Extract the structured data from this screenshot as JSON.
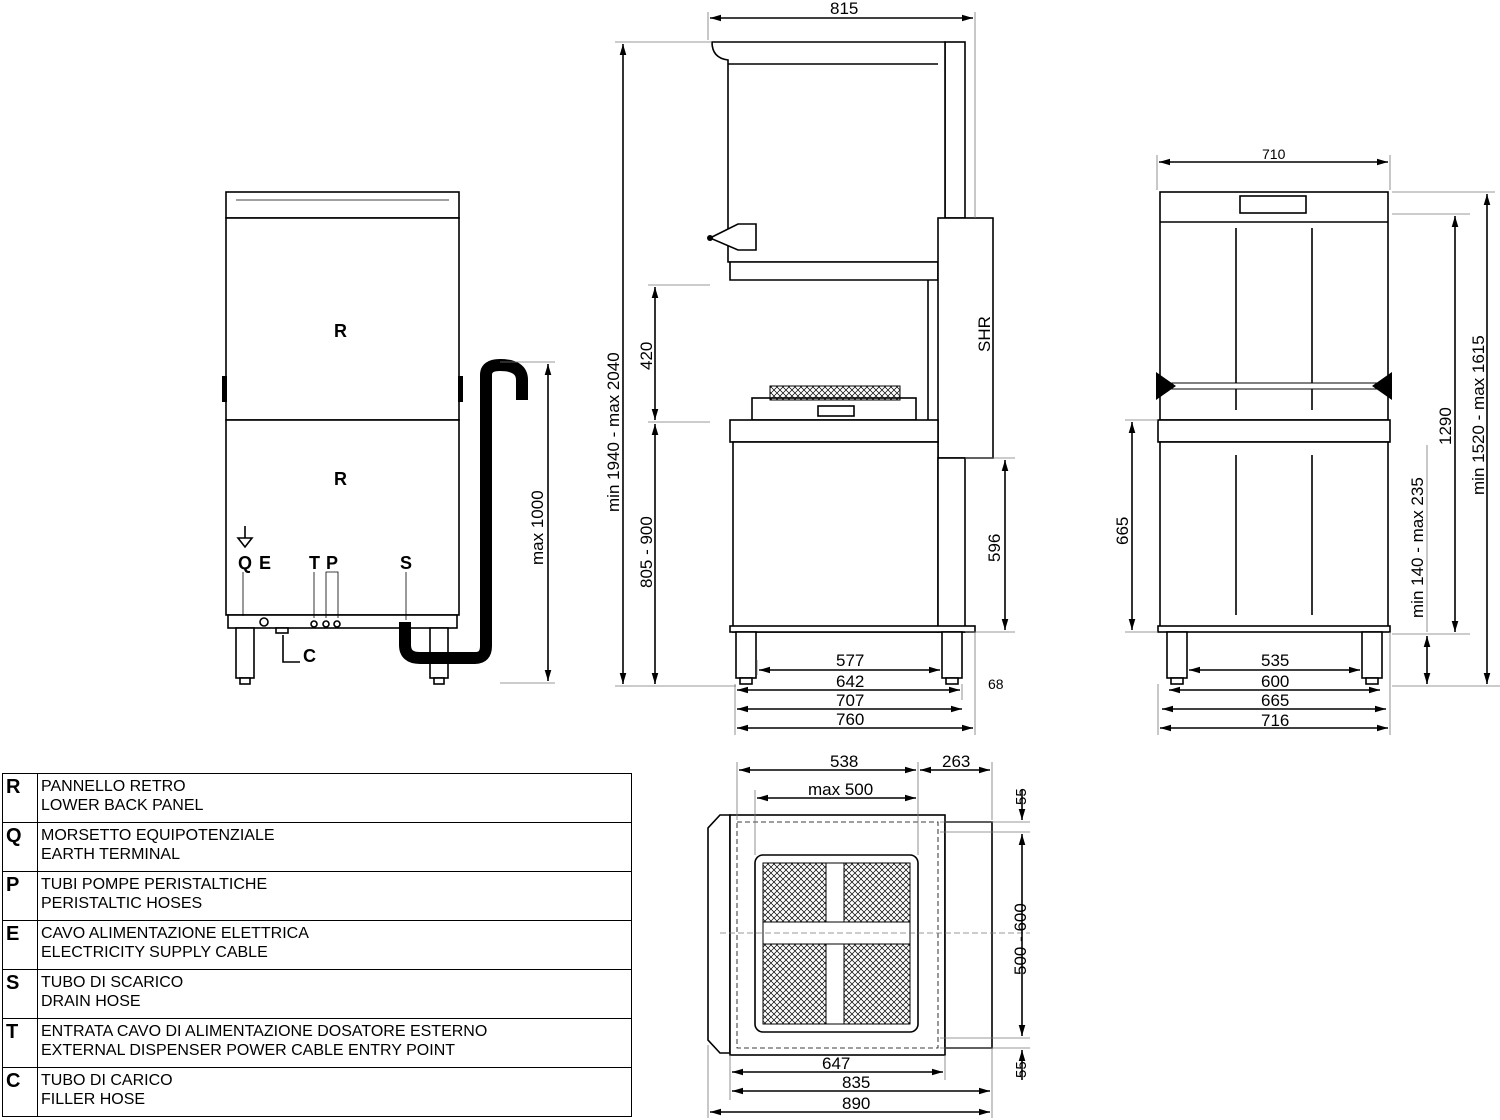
{
  "rear_view": {
    "panel_upper": "R",
    "panel_lower": "R",
    "connections": [
      "Q",
      "E",
      "T",
      "P",
      "S"
    ],
    "filler": "C",
    "dim_height": "max 1000"
  },
  "side_view": {
    "dim_width": "815",
    "dim_total_height": "min 1940 - max 2040",
    "dim_opening": "420",
    "dim_work_height": "805 - 900",
    "dim_column": "596",
    "column_label": "SHR",
    "dim_bottom": [
      "577",
      "642",
      "707",
      "760"
    ],
    "dim_offset": "68"
  },
  "front_view": {
    "dim_width": "710",
    "dim_cabinet": "665",
    "dim_1290": "1290",
    "dim_total": "min 1520 - max 1615",
    "dim_feet": "min 140 - max 235",
    "dim_bottom": [
      "535",
      "600",
      "665",
      "716"
    ]
  },
  "top_view": {
    "dim_538": "538",
    "dim_263": "263",
    "dim_max500": "max 500",
    "dim_55_top": "55",
    "dim_rack": "500 - 600",
    "dim_55_bottom": "55",
    "dim_bottom": [
      "647",
      "835",
      "890"
    ]
  },
  "legend": [
    {
      "key": "R",
      "it": "PANNELLO RETRO",
      "en": "LOWER BACK PANEL"
    },
    {
      "key": "Q",
      "it": "MORSETTO EQUIPOTENZIALE",
      "en": "EARTH TERMINAL"
    },
    {
      "key": "P",
      "it": "TUBI POMPE PERISTALTICHE",
      "en": "PERISTALTIC HOSES"
    },
    {
      "key": "E",
      "it": "CAVO ALIMENTAZIONE ELETTRICA",
      "en": "ELECTRICITY SUPPLY CABLE"
    },
    {
      "key": "S",
      "it": "TUBO DI SCARICO",
      "en": "DRAIN HOSE"
    },
    {
      "key": "T",
      "it": "ENTRATA CAVO DI ALIMENTAZIONE DOSATORE ESTERNO",
      "en": "EXTERNAL DISPENSER POWER CABLE ENTRY POINT"
    },
    {
      "key": "C",
      "it": "TUBO DI CARICO",
      "en": "FILLER HOSE"
    }
  ]
}
